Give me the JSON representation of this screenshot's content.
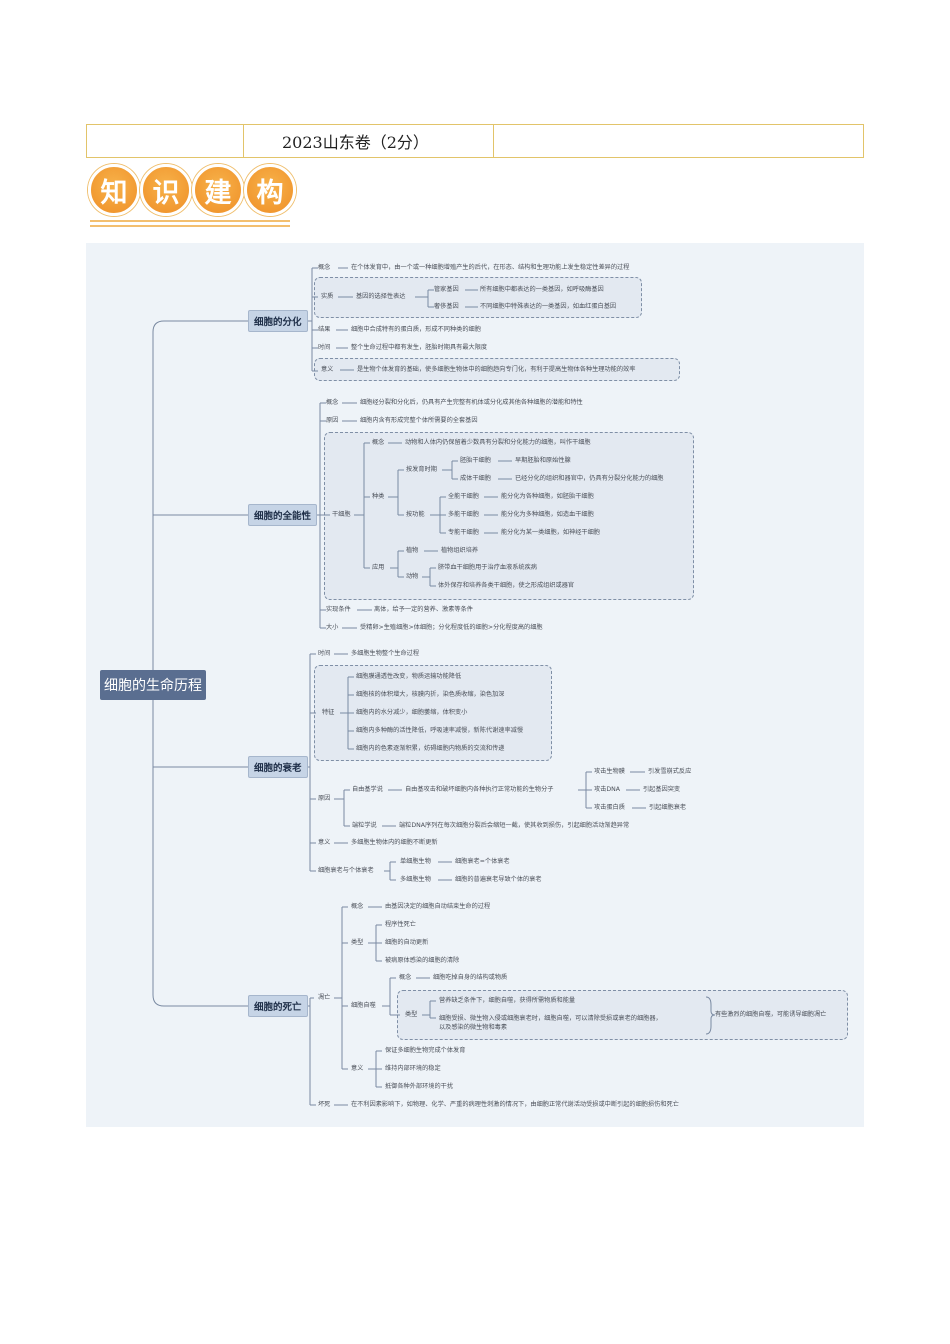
{
  "header": {
    "exam": "2023山东卷（2分）"
  },
  "badge": [
    "知",
    "识",
    "建",
    "构"
  ],
  "map": {
    "root": "细胞的生命历程",
    "differentiation": {
      "label": "细胞的分化",
      "concept_k": "概念",
      "concept_v": "在个体发育中，由一个或一种细胞增殖产生的后代，在形态、结构和生理功能上发生稳定性差异的过程",
      "essence_k": "实质",
      "essence_v": "基因的选择性表达",
      "housekeeping_k": "管家基因",
      "housekeeping_v": "所有细胞中都表达的一类基因，如呼吸酶基因",
      "luxury_k": "奢侈基因",
      "luxury_v": "不同细胞中特殊表达的一类基因，如血红蛋白基因",
      "result_k": "结果",
      "result_v": "细胞中合成特有的蛋白质，形成不同种类的细胞",
      "time_k": "时间",
      "time_v": "整个生命过程中都有发生，胚胎时期具有最大限度",
      "meaning_k": "意义",
      "meaning_v": "是生物个体发育的基础，使多细胞生物体中的细胞趋向专门化，有利于提高生物体各种生理功能的效率"
    },
    "totipotency": {
      "label": "细胞的全能性",
      "concept_k": "概念",
      "concept_v": "细胞经分裂和分化后，仍具有产生完整有机体或分化成其他各种细胞的潜能和特性",
      "cause_k": "原因",
      "cause_v": "细胞内含有形成完整个体所需要的全套基因",
      "stem_k": "干细胞",
      "stem_concept_k": "概念",
      "stem_concept_v": "动物和人体内仍保留着少数具有分裂和分化能力的细胞，叫作干细胞",
      "types_k": "种类",
      "by_period_k": "按发育时期",
      "embryonic_k": "胚胎干细胞",
      "embryonic_v": "早期胚胎和原始性腺",
      "adult_k": "成体干细胞",
      "adult_v": "已经分化的组织和器官中，仍具有分裂分化能力的细胞",
      "by_function_k": "按功能",
      "toti_k": "全能干细胞",
      "toti_v": "能分化为各种细胞，如胚胎干细胞",
      "multi_k": "多能干细胞",
      "multi_v": "能分化为多种细胞，如造血干细胞",
      "uni_k": "专能干细胞",
      "uni_v": "能分化为某一类细胞，如神经干细胞",
      "apply_k": "应用",
      "plant_k": "植物",
      "plant_v": "植物组织培养",
      "animal_k": "动物",
      "animal_v1": "脐带血干细胞用于治疗血液系统疾病",
      "animal_v2": "体外保存和培养各类干细胞，使之形成组织或器官",
      "cond_k": "实现条件",
      "cond_v": "离体，给予一定的营养、激素等条件",
      "size_k": "大小",
      "size_v": "受精卵>生殖细胞>体细胞；分化程度低的细胞>分化程度高的细胞"
    },
    "aging": {
      "label": "细胞的衰老",
      "time_k": "时间",
      "time_v": "多细胞生物整个生命过程",
      "features_k": "特征",
      "features": [
        "细胞膜通透性改变，物质运输功能降低",
        "细胞核的体积增大，核膜内折，染色质收缩，染色加深",
        "细胞内的水分减少，细胞萎缩，体积变小",
        "细胞内多种酶的活性降低，呼吸速率减慢，新陈代谢速率减慢",
        "细胞内的色素逐渐积累，妨碍细胞内物质的交流和传递"
      ],
      "cause_k": "原因",
      "free_radical_k": "自由基学说",
      "free_radical_v": "自由基攻击和破坏细胞内各种执行正常功能的生物分子",
      "attack_membrane_k": "攻击生物膜",
      "attack_membrane_v": "引发雪崩式反应",
      "attack_dna_k": "攻击DNA",
      "attack_dna_v": "引起基因突变",
      "attack_protein_k": "攻击蛋白质",
      "attack_protein_v": "引起细胞衰老",
      "telomere_k": "端粒学说",
      "telomere_v": "端粒DNA序列在每次细胞分裂后会缩短一截，使其收到损伤，引起细胞活动渐趋异常",
      "meaning_k": "意义",
      "meaning_v": "多细胞生物体内的细胞不断更新",
      "relation_k": "细胞衰老与个体衰老",
      "single_k": "单细胞生物",
      "single_v": "细胞衰老=个体衰老",
      "multi_k": "多细胞生物",
      "multi_v": "细胞的普遍衰老导致个体的衰老"
    },
    "death": {
      "label": "细胞的死亡",
      "apoptosis_k": "凋亡",
      "concept_k": "概念",
      "concept_v": "由基因决定的细胞自动结束生命的过程",
      "type_k": "类型",
      "types": [
        "程序性死亡",
        "细胞的自动更新",
        "被病原体感染的细胞的清除"
      ],
      "autophagy_k": "细胞自噬",
      "auto_concept_k": "概念",
      "auto_concept_v": "细胞吃掉自身的结构或物质",
      "auto_type_k": "类型",
      "auto_type_1": "营养缺乏条件下，细胞自噬，获得所需物质和能量",
      "auto_type_2a": "细胞受损、微生物入侵或细胞衰老时，细胞自噬，可以清除受损或衰老的细胞器，",
      "auto_type_2b": "以及感染的微生物和毒素",
      "auto_note": "有些激烈的细胞自噬，可能诱导细胞凋亡",
      "meaning_k": "意义",
      "meanings": [
        "保证多细胞生物完成个体发育",
        "维持内部环境的稳定",
        "抵御各种外部环境的干扰"
      ],
      "necrosis_k": "坏死",
      "necrosis_v": "在不利因素影响下，如物理、化学、严重的病理性刺激的情况下，由细胞正常代谢活动受损或中断引起的细胞损伤和死亡"
    }
  }
}
